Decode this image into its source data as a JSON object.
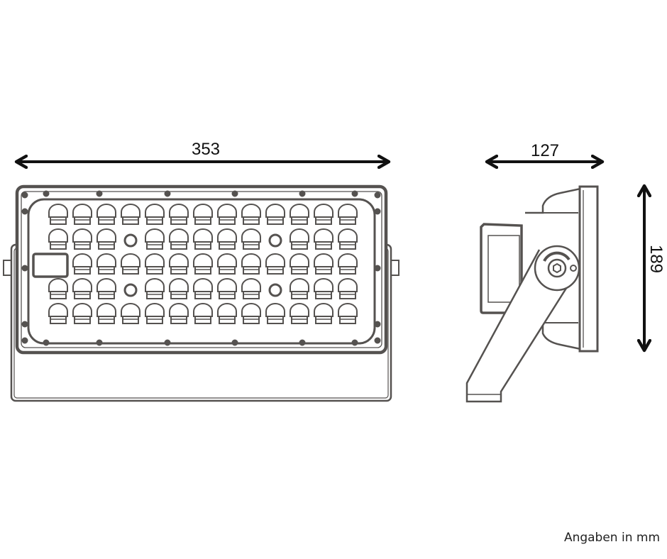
{
  "dimensions": {
    "width": "353",
    "depth": "127",
    "height": "189"
  },
  "note": "Angaben in mm",
  "colors": {
    "line": "#555250",
    "arrow": "#111111"
  },
  "led_grid": {
    "columns": 13,
    "rows": 5,
    "lens_holes": [
      [
        1,
        3
      ],
      [
        3,
        3
      ],
      [
        1,
        9
      ],
      [
        3,
        9
      ]
    ]
  }
}
